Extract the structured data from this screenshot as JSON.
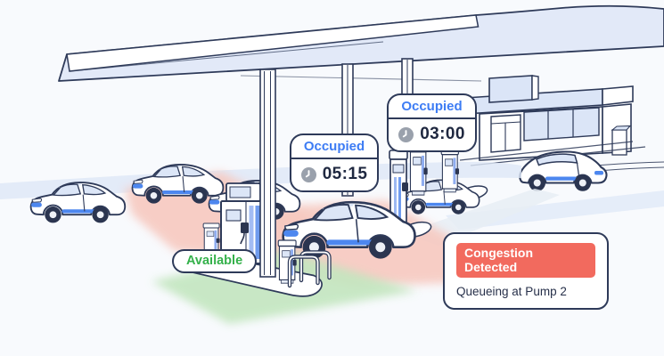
{
  "badges": {
    "pump_available": {
      "status": "Available"
    },
    "pump_a": {
      "status": "Occupied",
      "wait_time": "05:15"
    },
    "pump_b": {
      "status": "Occupied",
      "wait_time": "03:00"
    }
  },
  "alert": {
    "title": "Congestion Detected",
    "detail": "Queueing at Pump 2"
  },
  "icons": {
    "clock": "clock-icon"
  },
  "colors": {
    "outline_navy": "#2e3a59",
    "canopy_blue": "#e2e9f8",
    "accent_blue": "#4d87ef",
    "occupied_text_blue": "#3d7cf4",
    "available_green": "#35b14b",
    "alert_red": "#f26a5e",
    "congestion_zone_red": "#f7c9c0",
    "available_zone_green": "#c3e6bf",
    "clock_gray": "#9aa1ac"
  }
}
